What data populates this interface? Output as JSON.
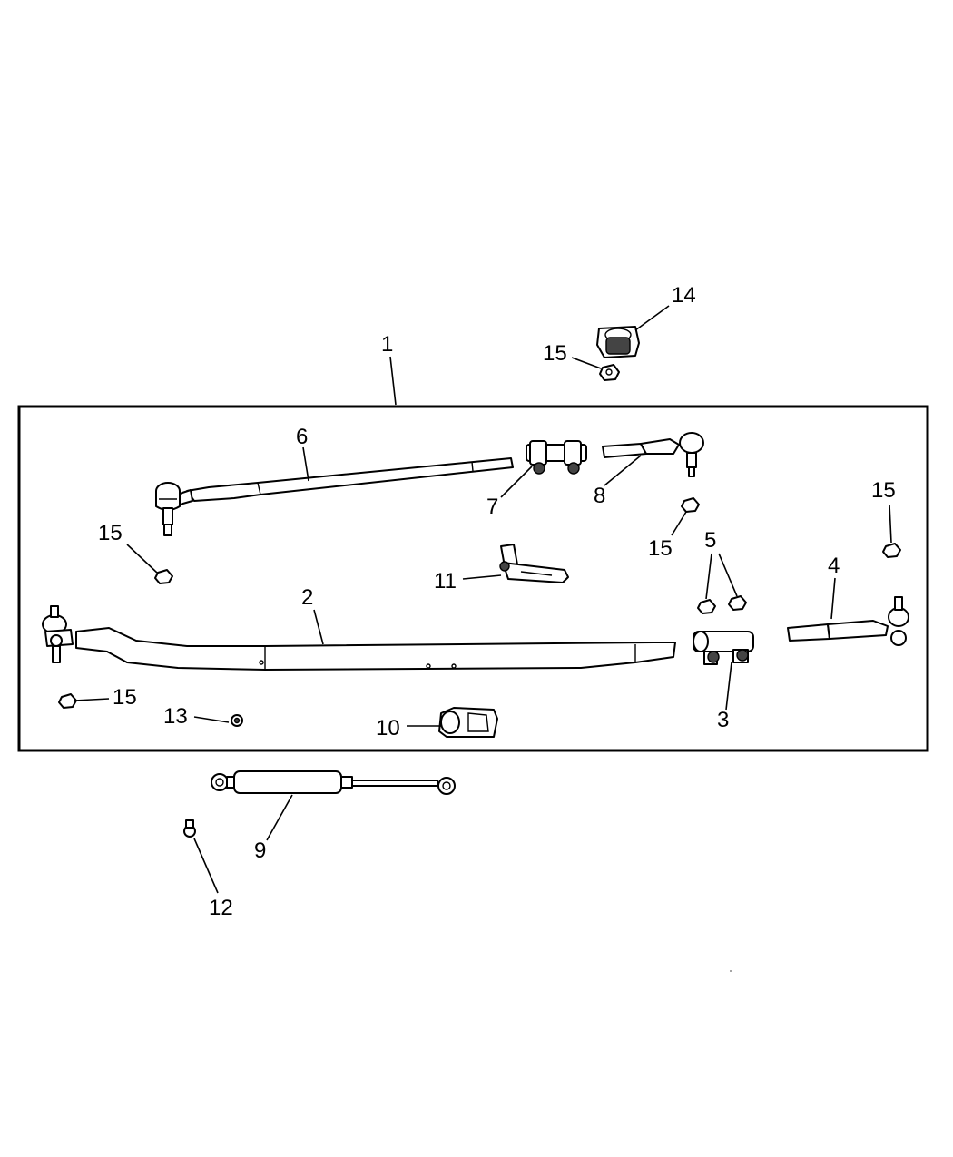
{
  "diagram": {
    "callouts": {
      "c1": "1",
      "c2": "2",
      "c3": "3",
      "c4": "4",
      "c5": "5",
      "c6": "6",
      "c7": "7",
      "c8": "8",
      "c9": "9",
      "c10": "10",
      "c11": "11",
      "c12": "12",
      "c13": "13",
      "c14": "14",
      "c15a": "15",
      "c15b": "15",
      "c15c": "15",
      "c15d": "15",
      "c15e": "15"
    }
  }
}
